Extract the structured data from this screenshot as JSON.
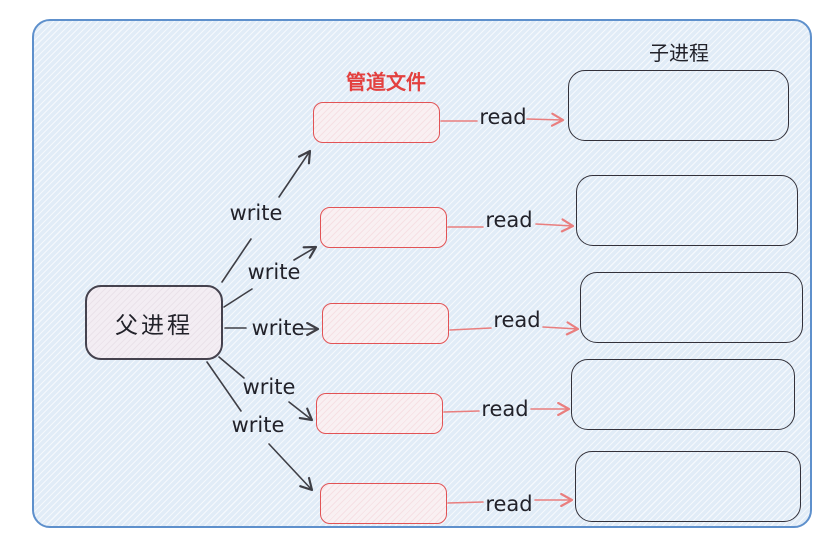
{
  "diagram": {
    "pipe_label": "管道文件",
    "child_label": "子进程",
    "parent_label": "父进程",
    "rows": [
      {
        "write": "write",
        "read": "read"
      },
      {
        "write": "write",
        "read": "read"
      },
      {
        "write": "write",
        "read": "read"
      },
      {
        "write": "write",
        "read": "read"
      },
      {
        "write": "write",
        "read": "read"
      }
    ],
    "colors": {
      "frame_border": "#5e90cc",
      "background": "#e1ecf7",
      "pipe_stroke": "#e25355",
      "pipe_fill": "#f9f0f2",
      "pipe_label_color": "#e3403f",
      "parent_stroke": "#45424e",
      "parent_fill": "#f3edf3",
      "child_stroke": "#33313a",
      "write_arrow": "#3f3f46",
      "read_arrow": "#e97e7e",
      "text_color": "#22222a"
    }
  }
}
